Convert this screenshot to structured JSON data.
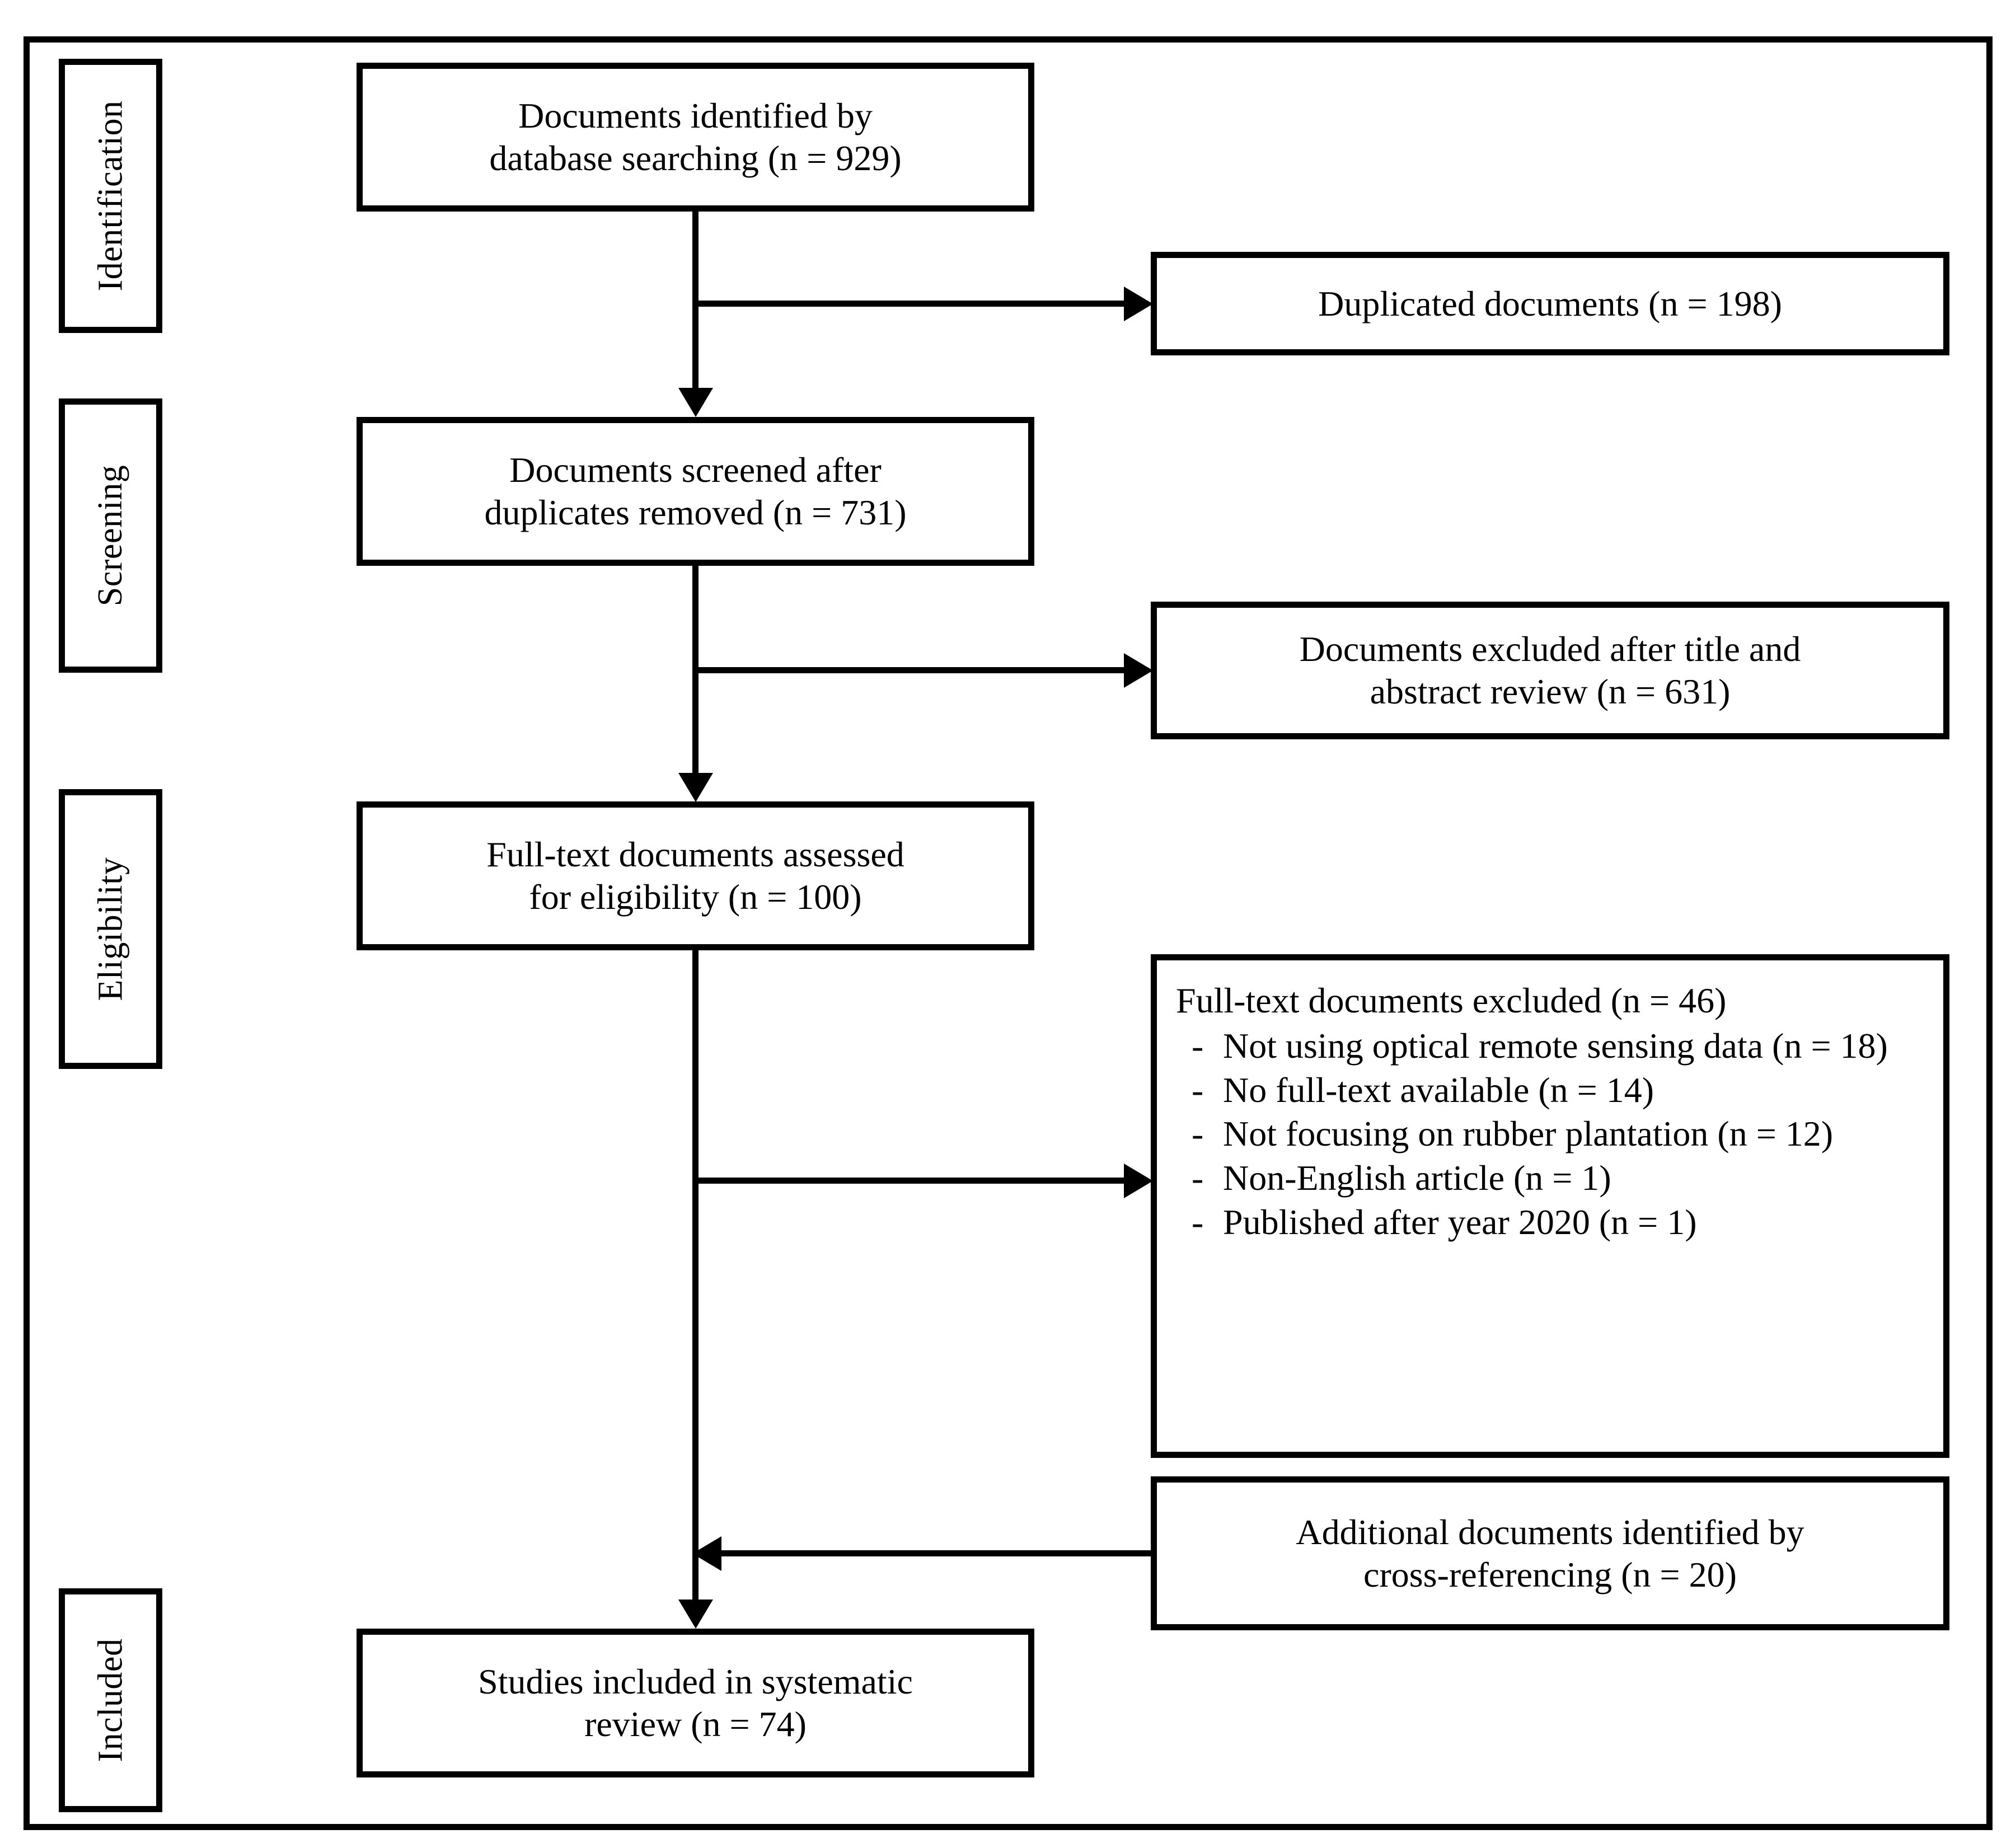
{
  "diagram": {
    "type": "prisma-flow-diagram",
    "stages": [
      {
        "id": "identification",
        "label": "Identification"
      },
      {
        "id": "screening",
        "label": "Screening"
      },
      {
        "id": "eligibility",
        "label": "Eligibility"
      },
      {
        "id": "included",
        "label": "Included"
      }
    ],
    "main_boxes": [
      {
        "id": "identified",
        "line1": "Documents identified by",
        "line2": "database searching (n = 929)",
        "n": 929
      },
      {
        "id": "screened",
        "line1": "Documents screened after",
        "line2": "duplicates removed (n = 731)",
        "n": 731
      },
      {
        "id": "fulltext-assessed",
        "line1": "Full-text documents assessed",
        "line2": "for eligibility (n = 100)",
        "n": 100
      },
      {
        "id": "included-studies",
        "line1": "Studies included in systematic",
        "line2": "review (n = 74)",
        "n": 74
      }
    ],
    "side_boxes": [
      {
        "id": "duplicates",
        "line1": "Duplicated documents (n = 198)",
        "line2": "",
        "n": 198
      },
      {
        "id": "excluded-title-abstract",
        "line1": "Documents excluded after title and",
        "line2": "abstract review (n = 631)",
        "n": 631
      },
      {
        "id": "additional-cross-ref",
        "line1": "Additional documents identified by",
        "line2": "cross-referencing (n = 20)",
        "n": 20
      }
    ],
    "exclusion_box": {
      "id": "fulltext-excluded",
      "title": "Full-text documents excluded (n = 46)",
      "n": 46,
      "bullet": "-",
      "items": [
        {
          "text": "Not using optical remote sensing data (n = 18)",
          "n": 18
        },
        {
          "text": "No full-text available (n = 14)",
          "n": 14
        },
        {
          "text": "Not focusing on rubber plantation (n = 12)",
          "n": 12
        },
        {
          "text": "Non-English article (n = 1)",
          "n": 1
        },
        {
          "text": "Published after year 2020 (n = 1)",
          "n": 1
        }
      ]
    },
    "colors": {
      "stroke": "#000000",
      "fill": "#ffffff",
      "text": "#000000"
    }
  }
}
